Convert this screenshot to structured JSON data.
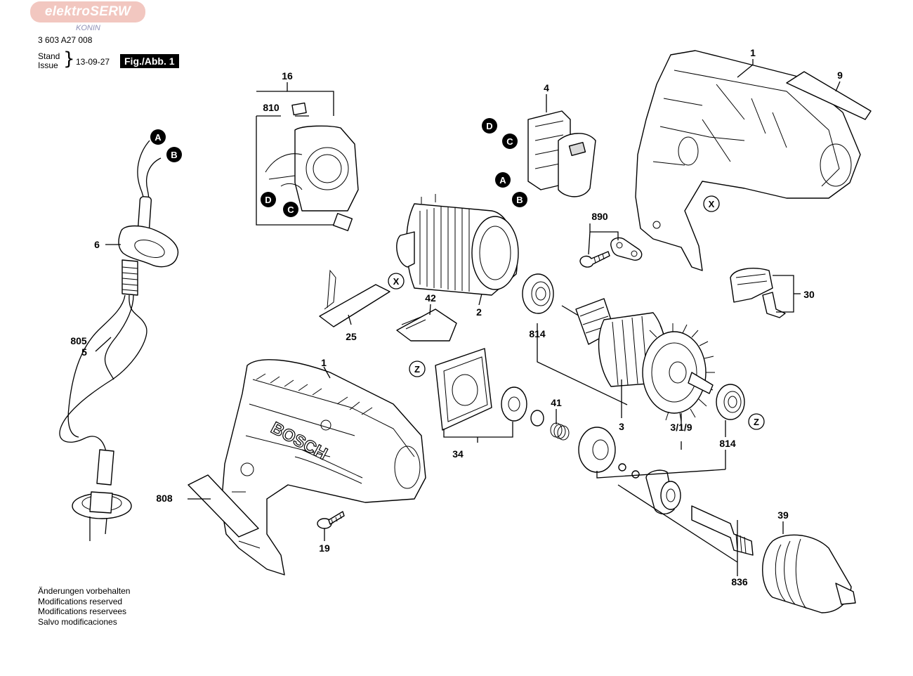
{
  "header": {
    "watermark": "elektroSERW",
    "watermark_sub": "KONIN",
    "doc_number": "3 603 A27 008",
    "stand_label": "Stand",
    "issue_label": "Issue",
    "brace": "}",
    "date": "13-09-27",
    "figure_label": "Fig./Abb. 1"
  },
  "footer": {
    "lines": [
      "Änderungen vorbehalten",
      "Modifications reserved",
      "Modifications reservees",
      "Salvo modificaciones"
    ]
  },
  "connectors": {
    "A": "A",
    "B": "B",
    "C": "C",
    "D": "D",
    "X": "X",
    "Z": "Z"
  },
  "labels": {
    "l1_top": "1",
    "l9": "9",
    "l4": "4",
    "l16": "16",
    "l810": "810",
    "l6": "6",
    "l805": "805",
    "l5": "5",
    "l890": "890",
    "l30": "30",
    "l25": "25",
    "l42": "42",
    "l2": "2",
    "l814_a": "814",
    "l1_mid": "1",
    "l34": "34",
    "l41": "41",
    "l3": "3",
    "l319": "3/1/9",
    "l814_b": "814",
    "l808": "808",
    "l19": "19",
    "l39": "39",
    "l836": "836"
  }
}
